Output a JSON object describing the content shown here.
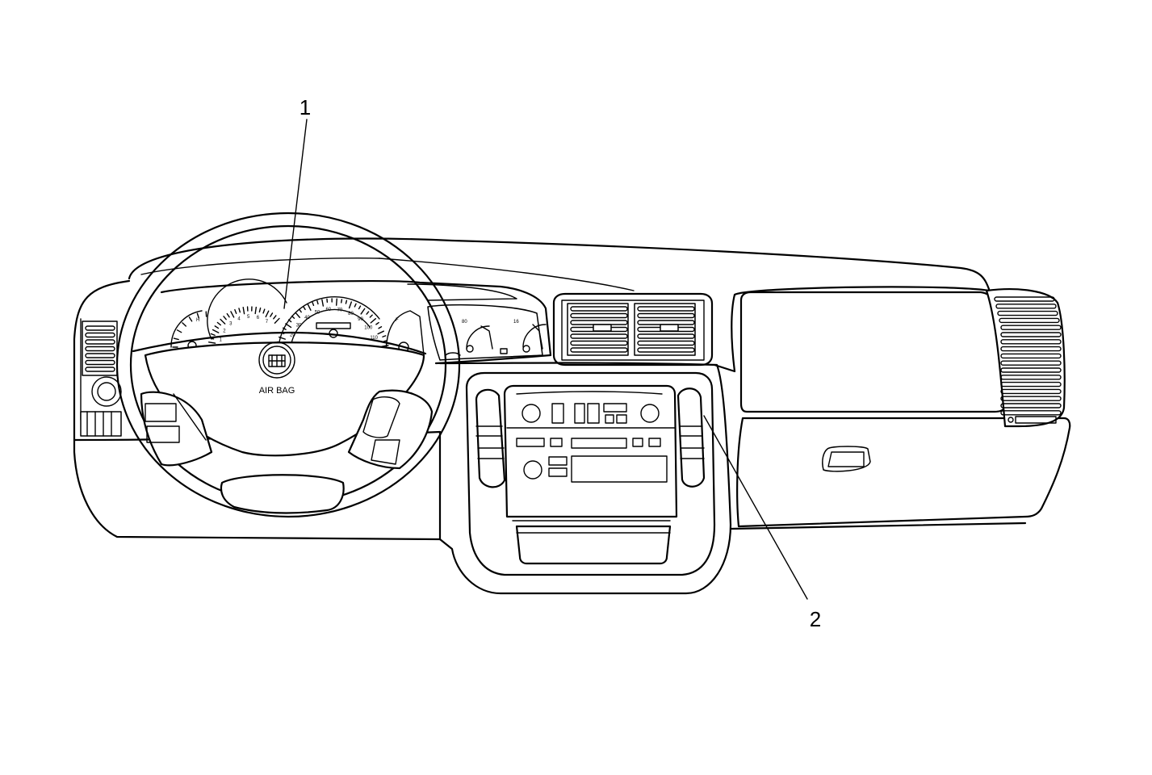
{
  "diagram": {
    "steering_wheel_text": "AIR BAG",
    "callouts": [
      {
        "id": "1",
        "label": "1"
      },
      {
        "id": "2",
        "label": "2"
      }
    ],
    "gauges": {
      "temp_mark": "H",
      "fuel_mark": "F",
      "tach_ticks": [
        "1",
        "2",
        "3",
        "4",
        "5",
        "6",
        "7"
      ],
      "speedo_ticks": [
        "10",
        "20",
        "30",
        "40",
        "50",
        "60",
        "70",
        "80",
        "90",
        "100",
        "110",
        "120"
      ],
      "oil_mark": "80",
      "volt_mark": "16"
    }
  }
}
